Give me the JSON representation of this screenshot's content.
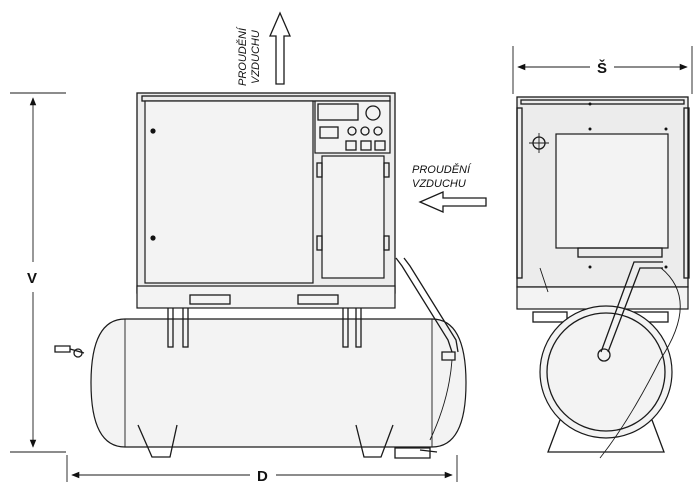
{
  "labels": {
    "height": "V",
    "depth": "D",
    "width": "Š",
    "airflow_top_line1": "PROUDĚNÍ",
    "airflow_top_line2": "VZDUCHU",
    "airflow_side_line1": "PROUDĚNÍ",
    "airflow_side_line2": "VZDUCHU"
  },
  "icons": {
    "airflow_up": "arrow-up-outline-icon",
    "airflow_left": "arrow-left-outline-icon",
    "dimension_arrows": "dimension-arrow-icon"
  },
  "colors": {
    "line": "#1a1a1a",
    "fill": "#ececec",
    "background": "#ffffff"
  }
}
